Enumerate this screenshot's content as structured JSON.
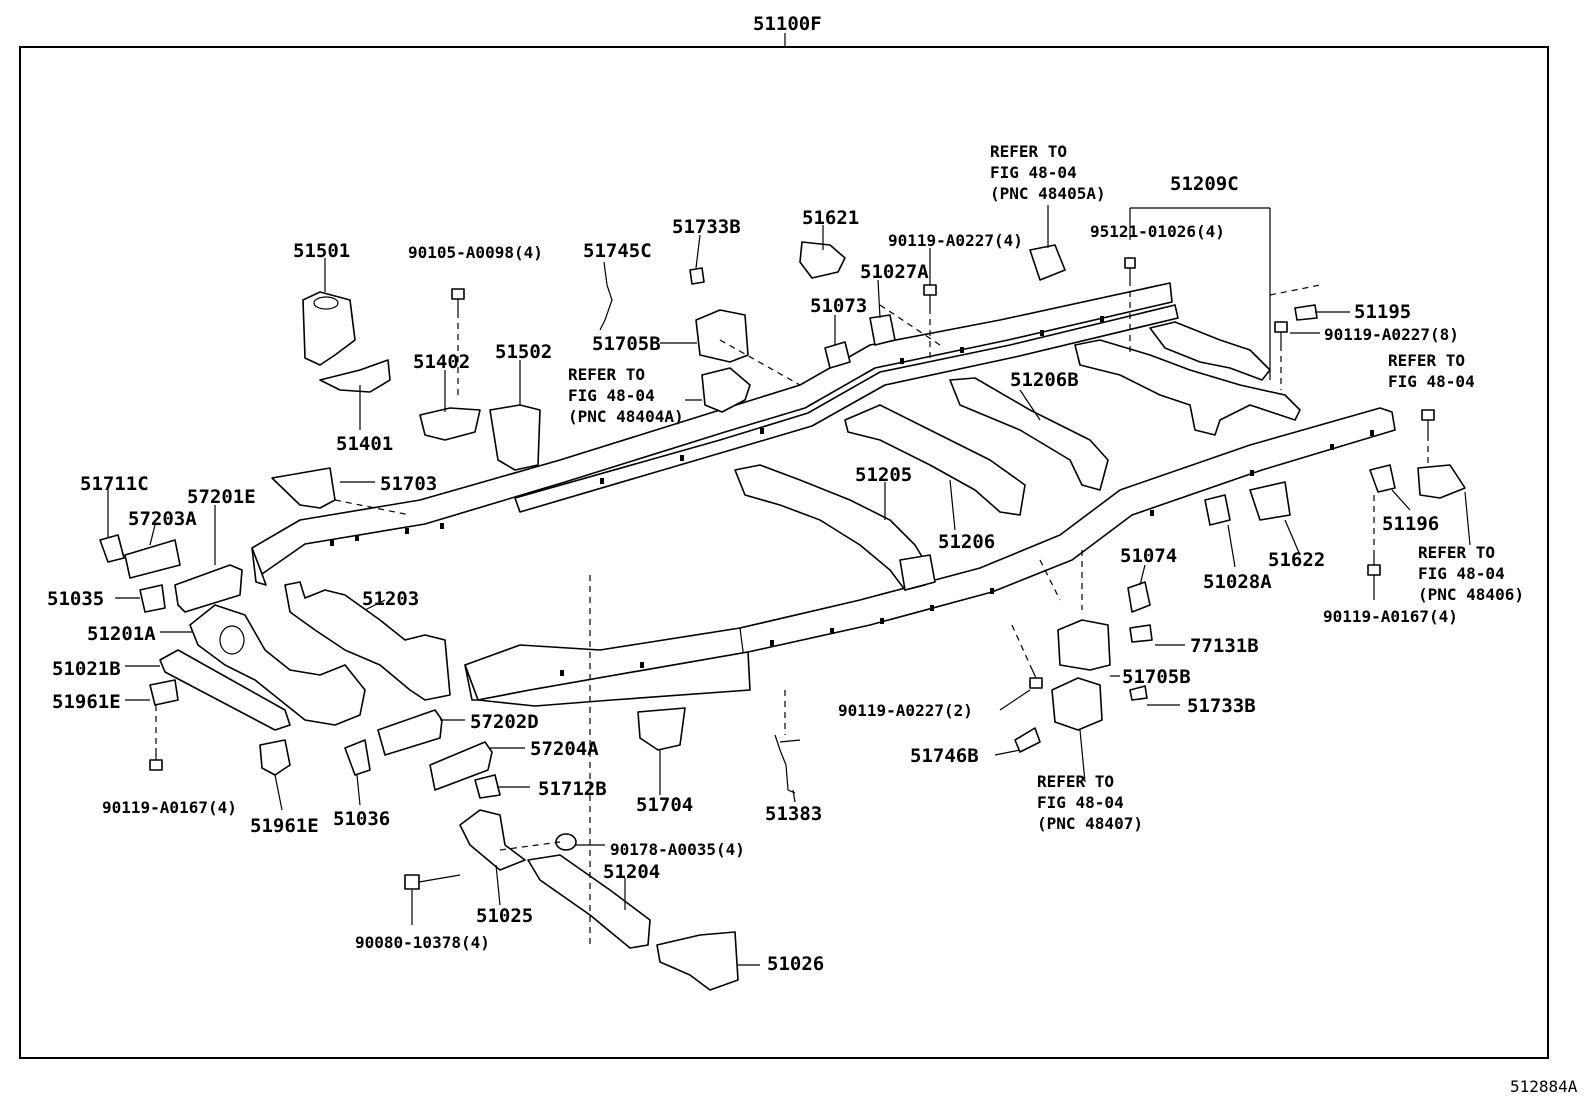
{
  "diagram": {
    "main_label": "51100F",
    "figure_id": "512884A",
    "part_labels": [
      {
        "id": "51501",
        "text": "51501"
      },
      {
        "id": "90105-A0098",
        "text": "90105-A0098(4)"
      },
      {
        "id": "51745C",
        "text": "51745C"
      },
      {
        "id": "51733B-top",
        "text": "51733B"
      },
      {
        "id": "51621",
        "text": "51621"
      },
      {
        "id": "90119-A0227-4",
        "text": "90119-A0227(4)"
      },
      {
        "id": "51027A",
        "text": "51027A"
      },
      {
        "id": "51073",
        "text": "51073"
      },
      {
        "id": "51705B-top",
        "text": "51705B"
      },
      {
        "id": "51402",
        "text": "51402"
      },
      {
        "id": "51502",
        "text": "51502"
      },
      {
        "id": "51401",
        "text": "51401"
      },
      {
        "id": "51703",
        "text": "51703"
      },
      {
        "id": "51711C",
        "text": "51711C"
      },
      {
        "id": "57201E",
        "text": "57201E"
      },
      {
        "id": "57203A",
        "text": "57203A"
      },
      {
        "id": "51035",
        "text": "51035"
      },
      {
        "id": "51203",
        "text": "51203"
      },
      {
        "id": "51201A",
        "text": "51201A"
      },
      {
        "id": "51021B",
        "text": "51021B"
      },
      {
        "id": "51961E-left",
        "text": "51961E"
      },
      {
        "id": "90119-A0167-left",
        "text": "90119-A0167(4)"
      },
      {
        "id": "51961E-bottom",
        "text": "51961E"
      },
      {
        "id": "51036",
        "text": "51036"
      },
      {
        "id": "57202D",
        "text": "57202D"
      },
      {
        "id": "57204A",
        "text": "57204A"
      },
      {
        "id": "51712B",
        "text": "51712B"
      },
      {
        "id": "51704",
        "text": "51704"
      },
      {
        "id": "51383",
        "text": "51383"
      },
      {
        "id": "90178-A0035",
        "text": "90178-A0035(4)"
      },
      {
        "id": "51204",
        "text": "51204"
      },
      {
        "id": "51025",
        "text": "51025"
      },
      {
        "id": "90080-10378",
        "text": "90080-10378(4)"
      },
      {
        "id": "51026",
        "text": "51026"
      },
      {
        "id": "51205",
        "text": "51205"
      },
      {
        "id": "51206",
        "text": "51206"
      },
      {
        "id": "51206B",
        "text": "51206B"
      },
      {
        "id": "51209C",
        "text": "51209C"
      },
      {
        "id": "95121-01026",
        "text": "95121-01026(4)"
      },
      {
        "id": "51195",
        "text": "51195"
      },
      {
        "id": "90119-A0227-8",
        "text": "90119-A0227(8)"
      },
      {
        "id": "51196",
        "text": "51196"
      },
      {
        "id": "90119-A0167-right",
        "text": "90119-A0167(4)"
      },
      {
        "id": "51074",
        "text": "51074"
      },
      {
        "id": "51028A",
        "text": "51028A"
      },
      {
        "id": "51622",
        "text": "51622"
      },
      {
        "id": "77131B",
        "text": "77131B"
      },
      {
        "id": "51705B-bottom",
        "text": "51705B"
      },
      {
        "id": "51733B-bottom",
        "text": "51733B"
      },
      {
        "id": "90119-A0227-2",
        "text": "90119-A0227(2)"
      },
      {
        "id": "51746B",
        "text": "51746B"
      }
    ],
    "refer_notes": [
      {
        "id": "ref-48404A",
        "lines": [
          "REFER TO",
          "FIG 48-04",
          "(PNC 48404A)"
        ]
      },
      {
        "id": "ref-48405A",
        "lines": [
          "REFER TO",
          "FIG 48-04",
          "(PNC 48405A)"
        ]
      },
      {
        "id": "ref-48406-top",
        "lines": [
          "REFER TO",
          "FIG 48-04"
        ]
      },
      {
        "id": "ref-48406",
        "lines": [
          "REFER TO",
          "FIG 48-04",
          "(PNC 48406)"
        ]
      },
      {
        "id": "ref-48407",
        "lines": [
          "REFER TO",
          "FIG 48-04",
          "(PNC 48407)"
        ]
      }
    ]
  }
}
